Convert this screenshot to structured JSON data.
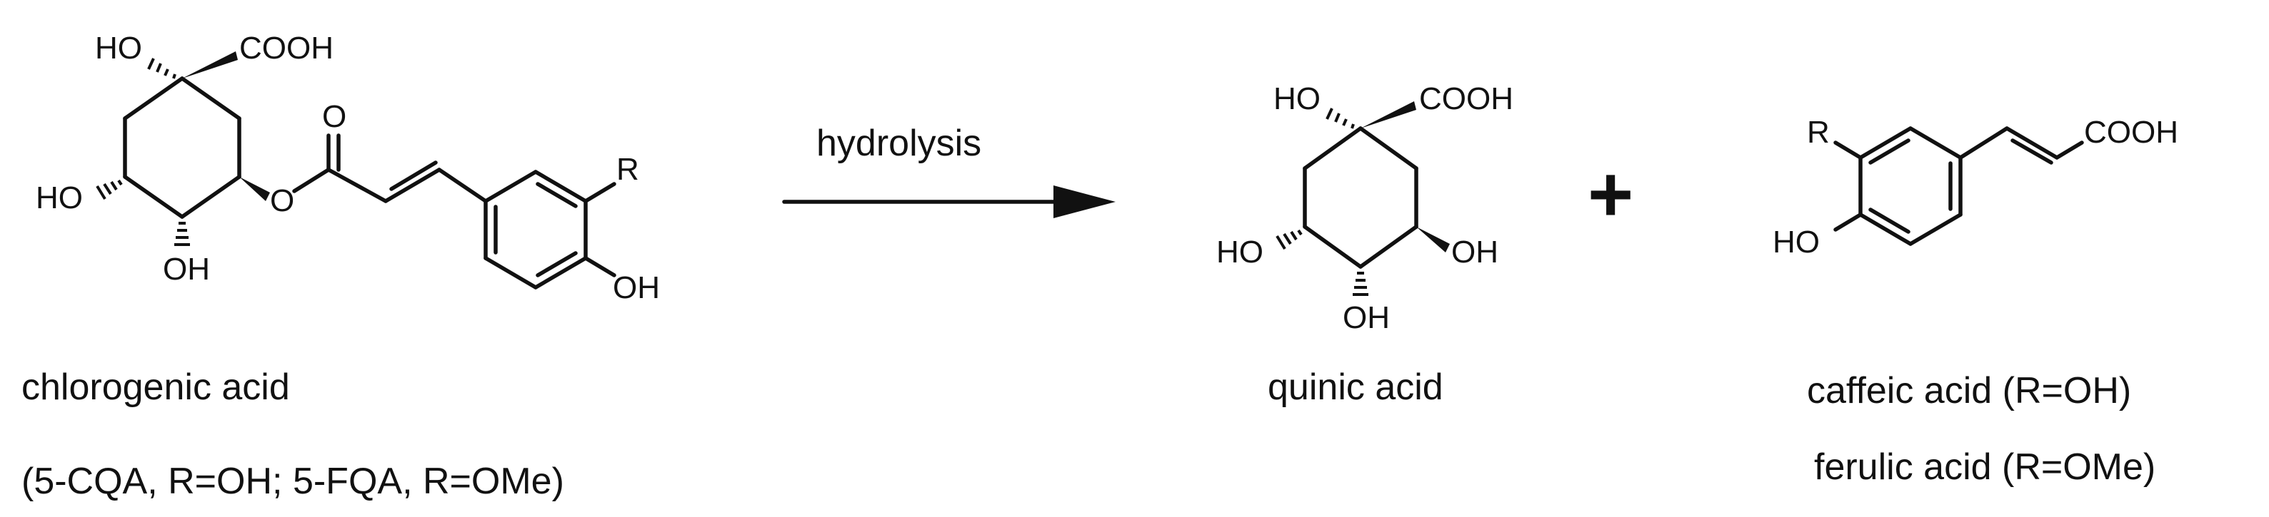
{
  "reaction": {
    "arrow_label": "hydrolysis",
    "plus": "+"
  },
  "chlorogenic_acid": {
    "name": "chlorogenic acid",
    "variants": "(5-CQA, R=OH; 5-FQA, R=OMe)",
    "atoms": {
      "ho_top": "HO",
      "cooh": "COOH",
      "ho_left": "HO",
      "oh_bottom": "OH",
      "ester_o": "O",
      "carbonyl_o": "O",
      "r": "R",
      "oh_phenol": "OH"
    }
  },
  "quinic_acid": {
    "name": "quinic acid",
    "atoms": {
      "ho_top": "HO",
      "cooh": "COOH",
      "ho_left": "HO",
      "oh_bottom": "OH",
      "oh_right": "OH"
    }
  },
  "cinnamic_acid": {
    "name_caffeic": "caffeic acid (R=OH)",
    "name_ferulic": "ferulic acid (R=OMe)",
    "atoms": {
      "r": "R",
      "cooh": "COOH",
      "ho": "HO"
    }
  }
}
